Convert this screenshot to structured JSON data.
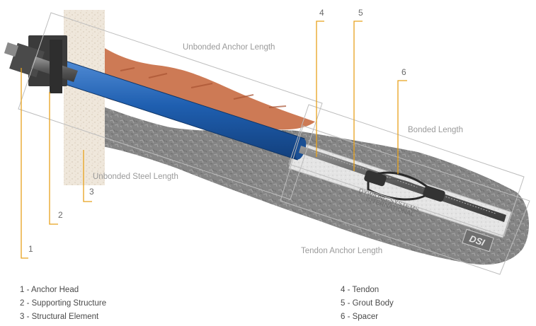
{
  "diagram": {
    "region_labels": {
      "unbonded_anchor_length": "Unbonded Anchor Length",
      "bonded_length": "Bonded Length",
      "unbonded_steel_length": "Unbonded Steel Length",
      "tendon_anchor_length": "Tendon Anchor Length"
    },
    "callouts": [
      "1",
      "2",
      "3",
      "4",
      "5",
      "6"
    ],
    "spacer_watermark_line1": "DYWIDAG-SYSTEMS",
    "spacer_watermark_line2": "INTERNATIONAL",
    "logo_text": "DSI"
  },
  "legend": {
    "left": [
      "1 - Anchor Head",
      "2 - Supporting Structure",
      "3 - Structural Element"
    ],
    "right": [
      "4 - Tendon",
      "5 - Grout Body",
      "6 - Spacer"
    ]
  },
  "colors": {
    "callout_line": "#e8a21c",
    "tendon_blue": "#1f5fb0",
    "grout_gray": "#8a8a8a",
    "soil_orange": "#c96f46",
    "wall_beige": "#e6ddd0",
    "label_gray": "#9a9a9a"
  }
}
